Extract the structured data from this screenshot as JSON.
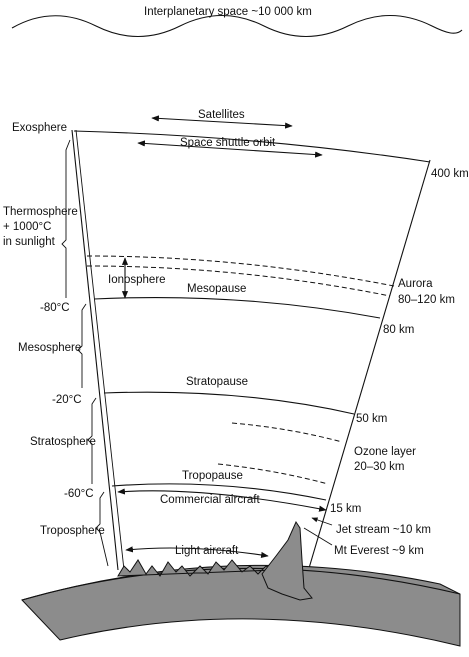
{
  "labels": {
    "interplanetary": "Interplanetary space ~10 000 km",
    "satellites": "Satellites",
    "shuttle": "Space shuttle orbit",
    "exosphere": "Exosphere",
    "km400": "400 km",
    "thermosphere": "Thermosphere",
    "thermo_temp": "+ 1000°C",
    "thermo_sun": "in sunlight",
    "ionosphere": "Ionosphere",
    "mesopause": "Mesopause",
    "aurora": "Aurora",
    "aurora_range": "80–120 km",
    "temp_m80": "-80°C",
    "km80": "80 km",
    "mesosphere": "Mesosphere",
    "stratopause": "Stratopause",
    "temp_m20": "-20°C",
    "km50": "50 km",
    "stratosphere": "Stratosphere",
    "ozone": "Ozone layer",
    "ozone_range": "20–30 km",
    "tropopause": "Tropopause",
    "temp_m60": "-60°C",
    "commercial": "Commercial aircraft",
    "km15": "15 km",
    "troposphere": "Troposphere",
    "jet": "Jet stream ~10 km",
    "everest": "Mt Everest ~9 km",
    "light": "Light aircraft"
  }
}
